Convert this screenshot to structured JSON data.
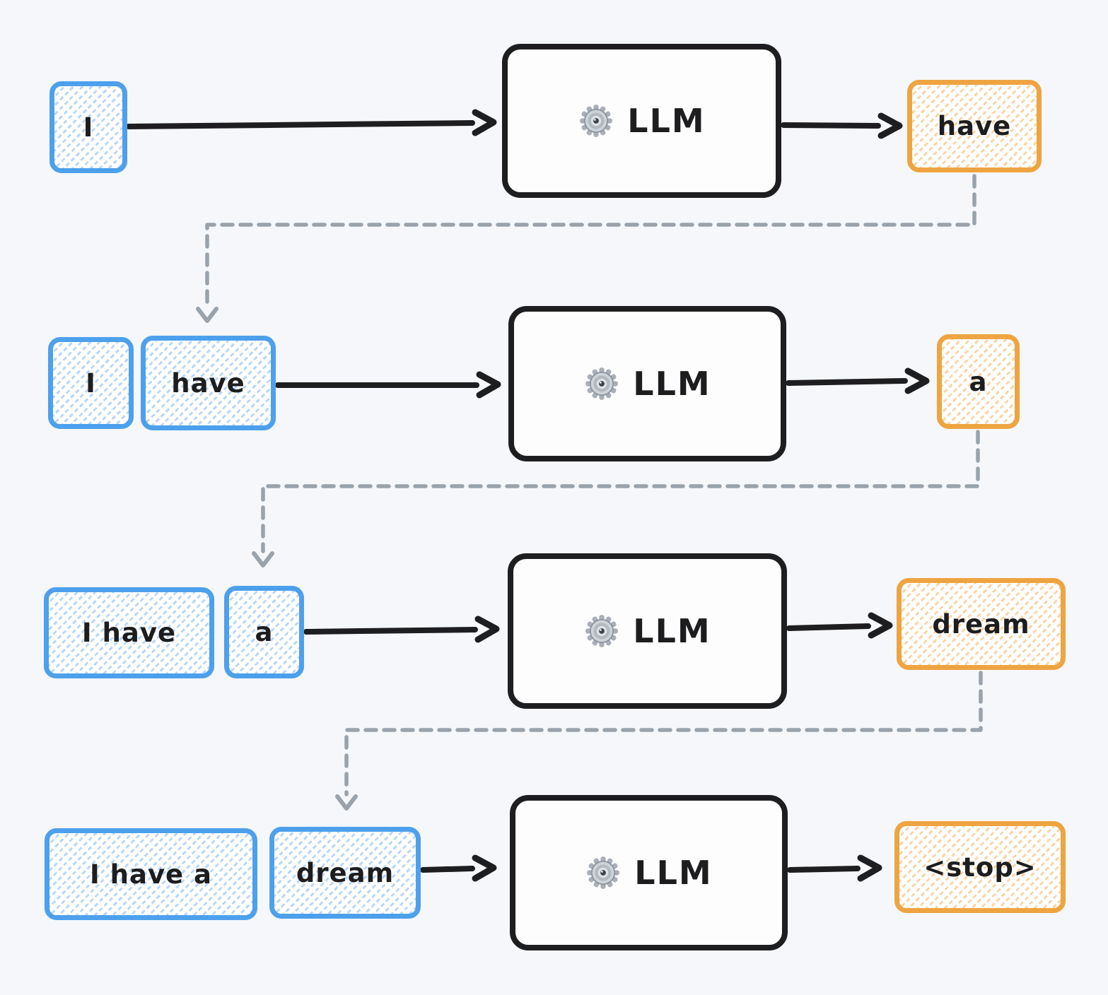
{
  "llm": {
    "label": "LLM",
    "icon": "gear"
  },
  "rows": [
    {
      "inputs": [
        "I"
      ],
      "output": "have"
    },
    {
      "inputs": [
        "I",
        "have"
      ],
      "output": "a"
    },
    {
      "inputs": [
        "I have",
        "a"
      ],
      "output": "dream"
    },
    {
      "inputs": [
        "I have a",
        "dream"
      ],
      "output": "<stop>"
    }
  ],
  "colors": {
    "background": "#f5f7fa",
    "input_token_border": "#4da0ec",
    "input_token_hatch": "#b9d7f6",
    "output_token_border": "#eea440",
    "output_token_hatch": "#f8d5a6",
    "llm_border": "#1e1e20",
    "solid_arrow": "#1e1e20",
    "feedback_arrow": "#9aa2ab",
    "text": "#1d1d1f"
  }
}
